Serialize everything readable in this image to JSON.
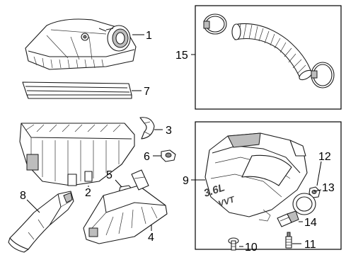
{
  "diagram": {
    "callouts": {
      "c1": "1",
      "c2": "2",
      "c3": "3",
      "c4": "4",
      "c5": "5",
      "c6": "6",
      "c7": "7",
      "c8": "8",
      "c9": "9",
      "c10": "10",
      "c11": "11",
      "c12": "12",
      "c13": "13",
      "c14": "14",
      "c15": "15"
    },
    "engine_cover_emblem": {
      "displacement": "3.6L",
      "tech": "VVT"
    }
  }
}
